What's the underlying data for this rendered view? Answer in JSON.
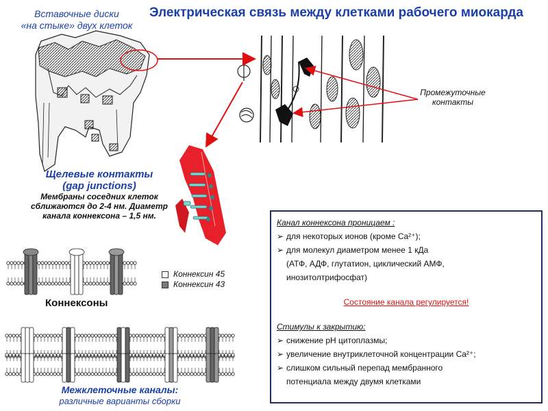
{
  "title": "Электрическая связь между клетками рабочего миокарда",
  "disc_label": {
    "line1": "Вставочные диски",
    "line2": "«на стыке» двух клеток"
  },
  "contacts_label": {
    "line1": "Промежуточные",
    "line2": "контакты"
  },
  "gap_junctions": {
    "title1": "Щелевые контакты",
    "title2": "(gap junctions)",
    "desc1": "Мембраны соседних клеток",
    "desc2": "сближаются до 2-4 нм. Диаметр",
    "desc3": "канала коннексона – 1,5 нм."
  },
  "legend": {
    "items": [
      {
        "label": "Коннексин 45",
        "color": "#ffffff"
      },
      {
        "label": "Коннексин 43",
        "color": "#7a7a7a"
      }
    ]
  },
  "connexons_label": "Коннексоны",
  "channels": {
    "title": "Межклеточные каналы:",
    "subtitle": "различные варианты сборки"
  },
  "infobox": {
    "header": "Канал коннексона проницаем :",
    "items": [
      "для некоторых ионов (кроме Ca²⁺);",
      "для молекул диаметром менее 1 кДа"
    ],
    "continuation1": "(АТФ, АДФ, глутатион, циклический АМФ,",
    "continuation2": "инозитолтрифосфат)",
    "regulated": "Состояние канала регулируется!",
    "stimuli_header": "Стимулы к закрытию:",
    "stimuli": [
      "снижение pH цитоплазмы;",
      "увеличение внутриклеточной концентрации Ca²⁺;",
      "слишком сильный перепад мембранного"
    ],
    "stimuli_cont": "потенциала между двумя клетками"
  },
  "colors": {
    "title": "#1a3fa8",
    "arrow": "#e01010",
    "membrane_red": "#e8202a",
    "box_border": "#1a2f6a"
  }
}
